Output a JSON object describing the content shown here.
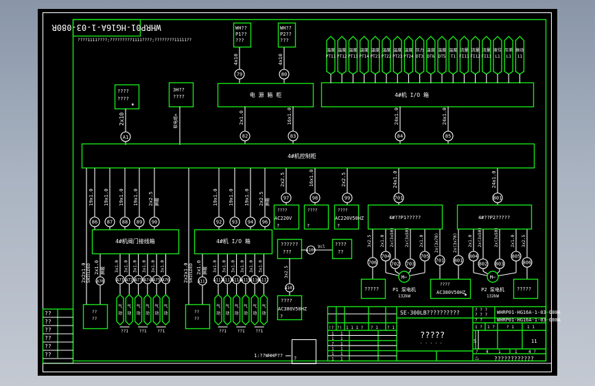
{
  "window": {
    "title": "CAD drawing viewer - wiring diagram"
  },
  "colors": {
    "background_canvas": "#000000",
    "frame": "#ffffff",
    "component": "#19e619",
    "text": "#ffffff"
  },
  "drawing": {
    "stamp_code": "WHRP01-HG16A-1-03-080R",
    "note_line": "????1111????;?????????1111????;????????11111??",
    "top_sources": [
      {
        "id": "src1",
        "lines": [
          "WH??",
          "P1??",
          "???"
        ],
        "cable": "4x10",
        "tag": "79"
      },
      {
        "id": "src2",
        "lines": [
          "WH??",
          "P2??",
          "???"
        ],
        "cable": "4x10",
        "tag": "80"
      }
    ],
    "left_small_boxes": [
      {
        "id": "box-a",
        "lines": [
          "????",
          "????"
        ],
        "star": "★",
        "cable": "2x10",
        "tag": "A1"
      },
      {
        "id": "box-b",
        "lines": [
          "3H??",
          "????"
        ],
        "cable_label": "软电缆×"
      }
    ],
    "power_box": {
      "label": "电 源 箱 柜"
    },
    "io_box": {
      "label": "4#机 I/O 箱"
    },
    "io_sensors": [
      {
        "l1": "温度",
        "l2": "PT11"
      },
      {
        "l1": "温度",
        "l2": "PT12"
      },
      {
        "l1": "温度",
        "l2": "PT13"
      },
      {
        "l1": "温度",
        "l2": "PT14"
      },
      {
        "l1": "温度",
        "l2": "PT21"
      },
      {
        "l1": "温度",
        "l2": "PT22"
      },
      {
        "l1": "温度",
        "l2": "PT23"
      },
      {
        "l1": "温度",
        "l2": "PT24"
      },
      {
        "l1": "压力",
        "l2": "DT3"
      },
      {
        "l1": "温度",
        "l2": "DT6"
      },
      {
        "l1": "温度",
        "l2": "DT5"
      },
      {
        "l1": "温度",
        "l2": "T1"
      },
      {
        "l1": "流量",
        "l2": "FI11"
      },
      {
        "l1": "流量",
        "l2": "FI12"
      },
      {
        "l1": "流量",
        "l2": "FI13"
      },
      {
        "l1": "液位",
        "l2": "L1"
      },
      {
        "l1": "压差",
        "l2": "L1"
      },
      {
        "l1": "振动",
        "l2": "11"
      }
    ],
    "cables_to_main": [
      {
        "cable": "2x1.0",
        "tag": "82"
      },
      {
        "cable": "16x1.0",
        "tag": "83"
      },
      {
        "cable": "24x1.0",
        "tag": "84"
      },
      {
        "cable": "24x1.0",
        "tag": "85"
      }
    ],
    "main_cabinet": {
      "label": "4#机控制柜"
    },
    "left_drops": [
      {
        "cable": "19x1.0",
        "tag": "86"
      },
      {
        "cable": "19x1.0",
        "tag": "87"
      },
      {
        "cable": "19x1.0",
        "tag": "88"
      },
      {
        "cable": "19x1.0",
        "tag": "89"
      },
      {
        "cable": "2x2.5",
        "tag": "90",
        "note": "屏蔽"
      }
    ],
    "mid_drops": [
      {
        "cable": "19x1.0",
        "tag": "92"
      },
      {
        "cable": "19x1.0",
        "tag": "93"
      },
      {
        "cable": "19x1.0",
        "tag": "94"
      },
      {
        "cable": "2x2.5",
        "tag": "96",
        "note": "屏蔽"
      }
    ],
    "right_drops": [
      {
        "cable": "2x2.5",
        "tag": "97",
        "box": [
          "????",
          "AC220V",
          "?"
        ]
      },
      {
        "cable": "16x1.0",
        "tag": "98",
        "box": [
          "????",
          "",
          "?"
        ]
      },
      {
        "cable": "2x2.5",
        "tag": "99",
        "box": [
          "????",
          "AC220V50HZ",
          "?"
        ]
      }
    ],
    "valve_box_left": {
      "label": "4#机阀门接线箱",
      "feed_cable": "2x2x1.0",
      "feed_note": "SHIELDED",
      "cable": "2x1.0",
      "cable_note": "屏蔽",
      "tag": "A70",
      "end_box": [
        "??",
        "??"
      ]
    },
    "valve_box_mid": {
      "label": "4#机 I/O 箱",
      "feed_cable": "2x2x1.0",
      "feed_note": "SHIELDED",
      "cable": "2x1.0",
      "cable_note": "屏蔽",
      "tag": "A111",
      "end_box": [
        "??",
        "??"
      ]
    },
    "valves_left": {
      "cables": [
        "3x1.0",
        "3x1.0",
        "3x1.0",
        "3x1.0",
        "3x1.0",
        "3x1.0"
      ],
      "tags": [
        "A71",
        "A72",
        "A73",
        "A74",
        "A75",
        "A76"
      ],
      "groups": [
        "??1",
        "??1",
        "??1"
      ]
    },
    "valves_mid": {
      "cables": [
        "3x1.0",
        "3x1.0",
        "3x1.0",
        "3x1.0",
        "3x1.0",
        "3x1.0"
      ],
      "tags": [
        "A112",
        "A113",
        "A114",
        "A115",
        "A116",
        "A117"
      ],
      "groups": [
        "??1",
        "??1",
        "??1"
      ]
    },
    "heater_box": {
      "lines": [
        "??????",
        "???"
      ],
      "link_tag": "A100",
      "link_label": "Vcl",
      "right_box": [
        "????",
        "??"
      ],
      "down_cable": "3x2.5",
      "down_tag": "A101",
      "down_box": [
        "????",
        "AC380V50HZ",
        "?"
      ]
    },
    "pump_cabinet_1": {
      "label": "4#??P1?????",
      "feed_cable": "24x1.0",
      "feed_tag": "701",
      "drops": [
        {
          "cable": "3x2.5",
          "tag": "706"
        },
        {
          "cable": "2x1.0",
          "tag": "704"
        },
        {
          "cable": "2x(3x50)",
          "tag": "702"
        },
        {
          "cable": "2x(3x50)",
          "tag": "703"
        },
        {
          "cable": "2x1.0",
          "tag": "705"
        }
      ],
      "motor": {
        "symbol": "M~",
        "label": "P1 泵电机",
        "power": "132kW"
      },
      "side_box": [
        "?????"
      ]
    },
    "pump_cabinet_2": {
      "label": "4#??P2?????",
      "feed_cable": "24x1.0",
      "feed_tag": "801",
      "drops": [
        {
          "cable": "2x1.0",
          "tag": "804"
        },
        {
          "cable": "2x(3x50)",
          "tag": "802"
        },
        {
          "cable": "2x(3x50)",
          "tag": "803"
        },
        {
          "cable": "2x1.0",
          "tag": "805"
        },
        {
          "cable": "3x2.5",
          "tag": "806"
        }
      ],
      "motor": {
        "symbol": "M~",
        "label": "P2 泵电机",
        "power": "132kW"
      },
      "side_box": [
        "?????"
      ]
    },
    "supply_box": {
      "cable_a": "2x(3x70)",
      "tag_a": "701",
      "cable_b": "2x(3x70)",
      "tag_b": "801",
      "lines": [
        "????",
        "AC380V50HZ"
      ],
      "star": "★"
    },
    "legend_note": {
      "label": "1:??WHHP??",
      "box": "?"
    },
    "revision_table": {
      "rows": [
        "??",
        "??",
        "??",
        "??",
        "??",
        "??"
      ]
    }
  },
  "title_block": {
    "project": "SE-300LB??????????",
    "drawing_title": "?????",
    "drawing_title_sub": ". . . . .",
    "header_cells": [
      "!?",
      "?!",
      "1 1 1 ?",
      "? 1",
      "? 1"
    ],
    "sign_rows": [
      [
        "1",
        "1"
      ],
      [
        "1",
        "1"
      ],
      [
        "?",
        "1"
      ],
      [
        "1",
        "1"
      ],
      [
        "1",
        "1"
      ],
      [
        "1",
        "1"
      ]
    ],
    "code_label_1": "? ? ?\n? ? ?",
    "code_1": "WHRP01-HG16A-1-03-080A",
    "code_label_2": "?  ?",
    "code_2": "WHRP01-HG16A-1-03-080A",
    "stage_cells": [
      "1 ?",
      "1 ?",
      "? 1",
      "1 1"
    ],
    "stage_value": "S",
    "sheet_value": "11",
    "scale_cells": [
      "?",
      "4",
      "1",
      "1",
      "4 ?"
    ],
    "company": "????????????"
  }
}
